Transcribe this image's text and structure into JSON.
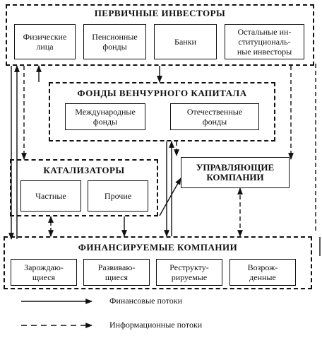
{
  "primary_investors": {
    "title": "ПЕРВИЧНЫЕ ИНВЕСТОРЫ",
    "items": [
      "Физические\nлица",
      "Пенсионные\nфонды",
      "Банки",
      "Остальные ин-\nституциональ-\nные инвесторы"
    ]
  },
  "vc_funds": {
    "title": "ФОНДЫ ВЕНЧУРНОГО КАПИТАЛА",
    "items": [
      "Международные\nфонды",
      "Отечественные\nфонды"
    ]
  },
  "catalysts": {
    "title": "КАТАЛИЗАТОРЫ",
    "items": [
      "Частные",
      "Прочие"
    ]
  },
  "managing_companies": {
    "title": "УПРАВЛЯЮЩИЕ\nКОМПАНИИ"
  },
  "financed_companies": {
    "title": "ФИНАНСИРУЕМЫЕ КОМПАНИИ",
    "items": [
      "Зарождаю-\nщиеся",
      "Развиваю-\nщиеся",
      "Реструкту-\nрируемые",
      "Возрож-\nденные"
    ]
  },
  "legend": {
    "financial": "Финансовые потоки",
    "information": "Информационные потоки"
  }
}
